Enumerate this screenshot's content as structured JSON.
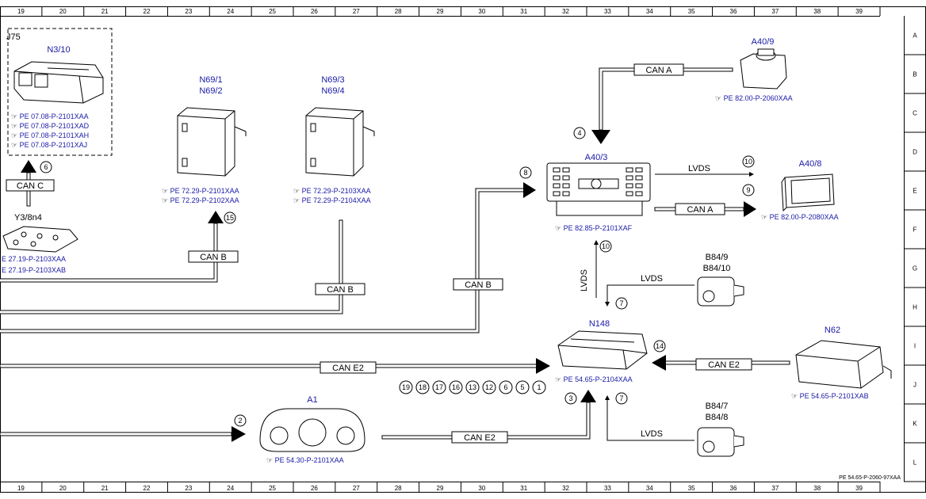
{
  "grid": {
    "columns": [
      "19",
      "20",
      "21",
      "22",
      "23",
      "24",
      "25",
      "26",
      "27",
      "28",
      "29",
      "30",
      "31",
      "32",
      "33",
      "34",
      "35",
      "36",
      "37",
      "38",
      "39"
    ],
    "rows": [
      "A",
      "B",
      "C",
      "D",
      "E",
      "F",
      "G",
      "H",
      "I",
      "J",
      "K",
      "L"
    ]
  },
  "components": {
    "n3_10": {
      "top_label": "J75",
      "label": "N3/10",
      "refs": [
        "PE 07.08-P-2101XAA",
        "PE 07.08-P-2101XAD",
        "PE 07.08-P-2101XAH",
        "PE 07.08-P-2101XAJ"
      ]
    },
    "y3_8n4": {
      "label": "Y3/8n4",
      "refs": [
        "E 27.19-P-2103XAA",
        "E 27.19-P-2103XAB"
      ]
    },
    "n69_1": {
      "label1": "N69/1",
      "label2": "N69/2",
      "refs": [
        "PE 72.29-P-2101XAA",
        "PE 72.29-P-2102XAA"
      ]
    },
    "n69_3": {
      "label1": "N69/3",
      "label2": "N69/4",
      "refs": [
        "PE 72.29-P-2103XAA",
        "PE 72.29-P-2104XAA"
      ]
    },
    "a40_9": {
      "label": "A40/9",
      "refs": [
        "PE 82.00-P-2060XAA"
      ]
    },
    "a40_3": {
      "label": "A40/3",
      "refs": [
        "PE 82.85-P-2101XAF"
      ]
    },
    "a40_8": {
      "label": "A40/8",
      "refs": [
        "PE 82.00-P-2080XAA"
      ]
    },
    "b84_9": {
      "label1": "B84/9",
      "label2": "B84/10"
    },
    "n148": {
      "label": "N148",
      "refs": [
        "PE 54.65-P-2104XAA"
      ]
    },
    "n62": {
      "label": "N62",
      "refs": [
        "PE 54.65-P-2101XAB"
      ]
    },
    "b84_7": {
      "label1": "B84/7",
      "label2": "B84/8"
    },
    "a1": {
      "label": "A1",
      "refs": [
        "PE 54.30-P-2101XAA"
      ]
    }
  },
  "buses": {
    "can_c": "CAN C",
    "can_b_1": "CAN B",
    "can_b_2": "CAN B",
    "can_b_3": "CAN B",
    "can_a_1": "CAN A",
    "can_a_2": "CAN A",
    "lvds_1": "LVDS",
    "lvds_2": "LVDS",
    "lvds_3": "LVDS",
    "lvds_4": "LVDS",
    "can_e2_1": "CAN E2",
    "can_e2_2": "CAN E2",
    "can_e2_3": "CAN E2"
  },
  "numbers": {
    "n6": "6",
    "n15": "15",
    "n8": "8",
    "n4": "4",
    "n10a": "10",
    "n9": "9",
    "n10b": "10",
    "n7a": "7",
    "n14": "14",
    "n3": "3",
    "n7b": "7",
    "n2": "2",
    "row": [
      "19",
      "18",
      "17",
      "16",
      "13",
      "12",
      "6",
      "5",
      "1"
    ]
  },
  "footer": "PE 54.65-P-2060-97XAA"
}
